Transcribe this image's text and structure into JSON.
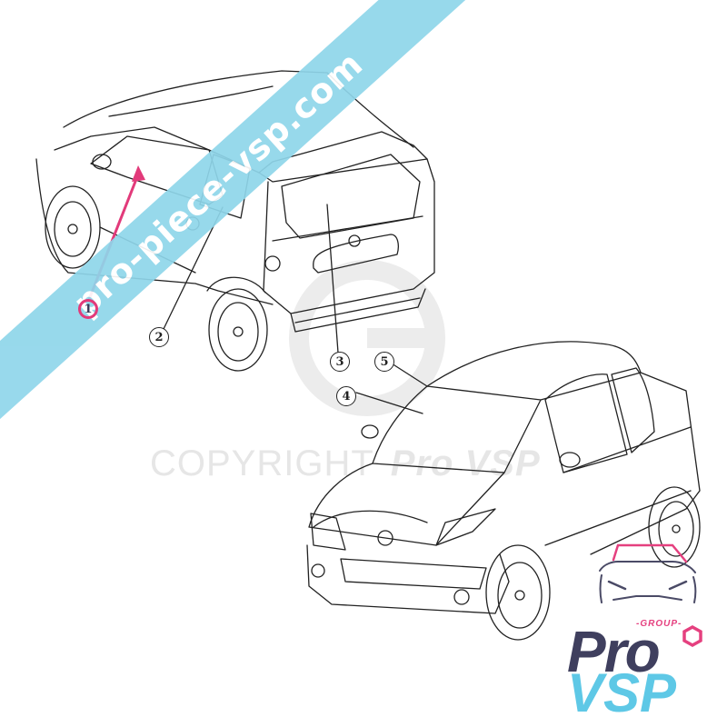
{
  "diagram": {
    "type": "parts-catalogue-illustration",
    "subject": "microcar glazing / windows parts diagram",
    "views": [
      {
        "name": "rear-three-quarter-view",
        "position": "top-left"
      },
      {
        "name": "front-three-quarter-view",
        "position": "bottom-right"
      }
    ],
    "callouts": [
      {
        "id": "1",
        "label": "1",
        "target": "front door window (left side)",
        "highlighted": true
      },
      {
        "id": "2",
        "label": "2",
        "target": "rear side quarter window"
      },
      {
        "id": "3",
        "label": "3",
        "target": "rear tailgate window"
      },
      {
        "id": "4",
        "label": "4",
        "target": "windscreen"
      },
      {
        "id": "5",
        "label": "5",
        "target": "windscreen seal"
      }
    ],
    "highlight_color": "#e23a7a"
  },
  "watermarks": {
    "banner_text": "pro-piece-vsp.com",
    "banner_color": "#8fd6ea",
    "copyright_text": "COPYRIGHT",
    "copyright_brand": "Pro VSP"
  },
  "logo": {
    "group_text": "-GROUP-",
    "pro_text": "Pro",
    "vsp_text": "VSP",
    "colors": {
      "pro": "#3f3f5e",
      "vsp": "#5ec8e6",
      "accent": "#e5407f"
    }
  }
}
